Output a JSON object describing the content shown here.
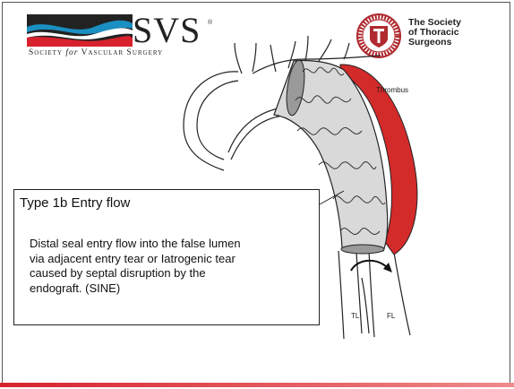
{
  "colors": {
    "accent_red": "#d32a2a",
    "bottom_bar_left": "#d7222d",
    "bottom_bar_right": "#f08a8c",
    "stent_fill": "#d9d9d9",
    "svs_wave_blue": "#1a8fc2"
  },
  "logos": {
    "svs": {
      "wordmark": "SVS",
      "registered": "®",
      "subtitle_prefix": "Society ",
      "subtitle_for": "for",
      "subtitle_suffix": " Vascular Surgery"
    },
    "sts": {
      "line1": "The Society",
      "line2": "of Thoracic",
      "line3": "Surgeons"
    }
  },
  "diagram": {
    "thrombus_label": "Thrombus",
    "true_lumen_label": "TL",
    "false_lumen_label": "FL"
  },
  "callout": {
    "title": "Type 1b Entry flow",
    "body": "Distal seal entry flow into the false lumen\nvia adjacent entry tear or Iatrogenic tear\ncaused by septal disruption by the\nendograft.  (SINE)"
  }
}
